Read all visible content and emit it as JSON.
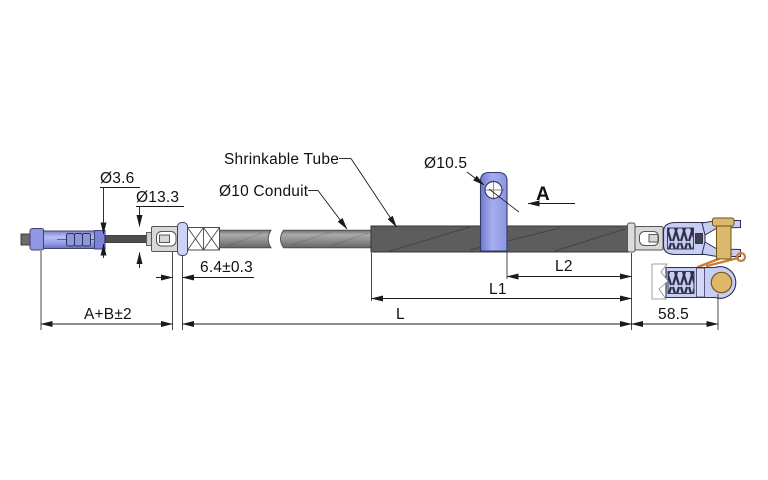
{
  "drawing": {
    "callouts": {
      "cable_diameter": "Ø3.6",
      "adjuster_diameter": "Ø13.3",
      "shrinkable_tube": "Shrinkable Tube",
      "conduit": "Ø10 Conduit",
      "clamp_hole_diameter": "Ø10.5",
      "section_view": "A"
    },
    "dimensions": {
      "adjuster_offset": "6.4±0.3",
      "l2": "L2",
      "l1": "L1",
      "l": "L",
      "left_assembly_length": "A+B±2",
      "right_end_length": "58.5"
    },
    "colors": {
      "periwinkle": "#8f97e2",
      "lavender": "#c7cdf3",
      "metal": "#d8d8d8",
      "conduit_gray": "#9e9e9e",
      "shrink_tube_gray": "#5d5d5d",
      "brass": "#dcb76f",
      "cotter_orange": "#c87f35",
      "line": "#1a1a1a"
    }
  }
}
